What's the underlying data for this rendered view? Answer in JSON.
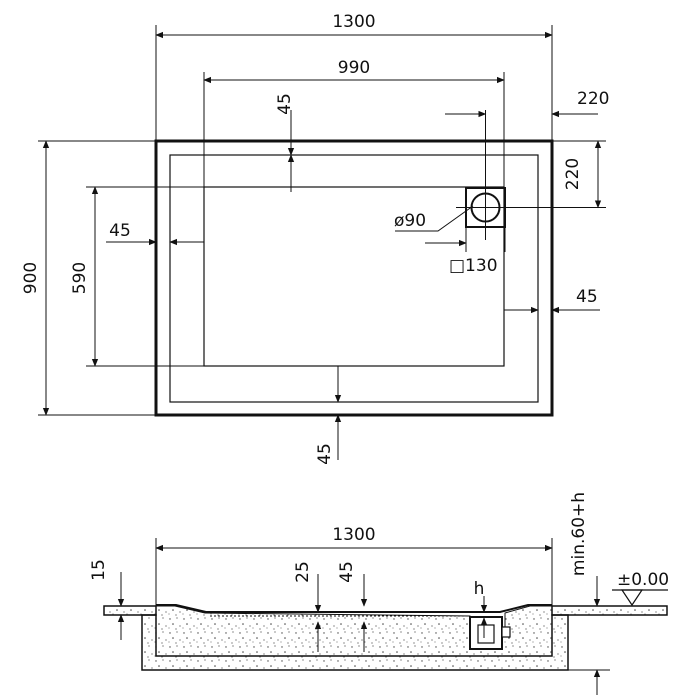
{
  "plan_view": {
    "overall_width": "1300",
    "inner_width": "990",
    "top_offset_45": "45",
    "waste_offset_220_horizontal": "220",
    "waste_offset_220_vertical": "220",
    "drain_diameter": "ø90",
    "drain_square": "□130",
    "left_offset_45": "45",
    "inner_height": "590",
    "overall_height": "900",
    "right_offset_45": "45",
    "bottom_offset_45": "45"
  },
  "section_view": {
    "overall_width": "1300",
    "rim_thickness": "15",
    "depth_25": "25",
    "depth_45": "45",
    "h_label": "h",
    "min_label": "min.60+h",
    "floor_level": "±0.00"
  },
  "colors": {
    "line": "#111111",
    "background": "#ffffff"
  }
}
